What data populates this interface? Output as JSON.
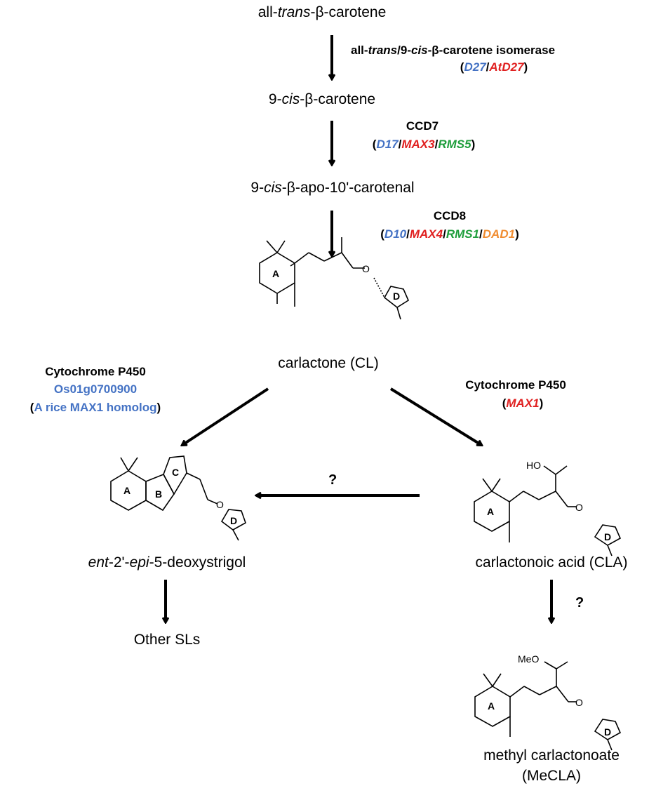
{
  "compounds": {
    "c1": {
      "pre": "all-",
      "it": "trans",
      "post": "-β-carotene"
    },
    "c2": {
      "pre": "9-",
      "it": "cis",
      "post": "-β-carotene"
    },
    "c3": {
      "pre": "9-",
      "it": "cis",
      "post": "-β-apo-10'-carotenal"
    },
    "cl": "carlactone (CL)",
    "eds": {
      "it1": "ent",
      "mid": "-2'-",
      "it2": "epi",
      "post": "-5-deoxystrigol"
    },
    "other": "Other SLs",
    "cla": "carlactonoic acid (CLA)",
    "mecla1": "methyl carlactonoate",
    "mecla2": "(MeCLA)"
  },
  "enzymes": {
    "isomerase": {
      "p1": "all-",
      "it1": "trans",
      "p2": "/9-",
      "it2": "cis",
      "p3": "-β-carotene isomerase",
      "genes": [
        "D27",
        "AtD27"
      ]
    },
    "ccd7": {
      "name": "CCD7",
      "genes": [
        "D17",
        "MAX3",
        "RMS5"
      ]
    },
    "ccd8": {
      "name": "CCD8",
      "genes": [
        "D10",
        "MAX4",
        "RMS1",
        "DAD1"
      ]
    },
    "p450_left": {
      "name": "Cytochrome P450",
      "gene": "Os01g0700900",
      "note": "A rice MAX1 homolog"
    },
    "p450_right": {
      "name": "Cytochrome P450",
      "gene": "MAX1"
    }
  },
  "symbols": {
    "open": "(",
    "close": ")",
    "slash": "/",
    "question": "?"
  },
  "ring_labels": {
    "A": "A",
    "B": "B",
    "C": "C",
    "D": "D"
  },
  "atoms": {
    "O": "O",
    "HO": "HO",
    "MeO": "MeO"
  },
  "colors": {
    "rice": "#4472c4",
    "arabidopsis": "#e02020",
    "pea": "#1f9e3c",
    "petunia": "#f08c30"
  }
}
